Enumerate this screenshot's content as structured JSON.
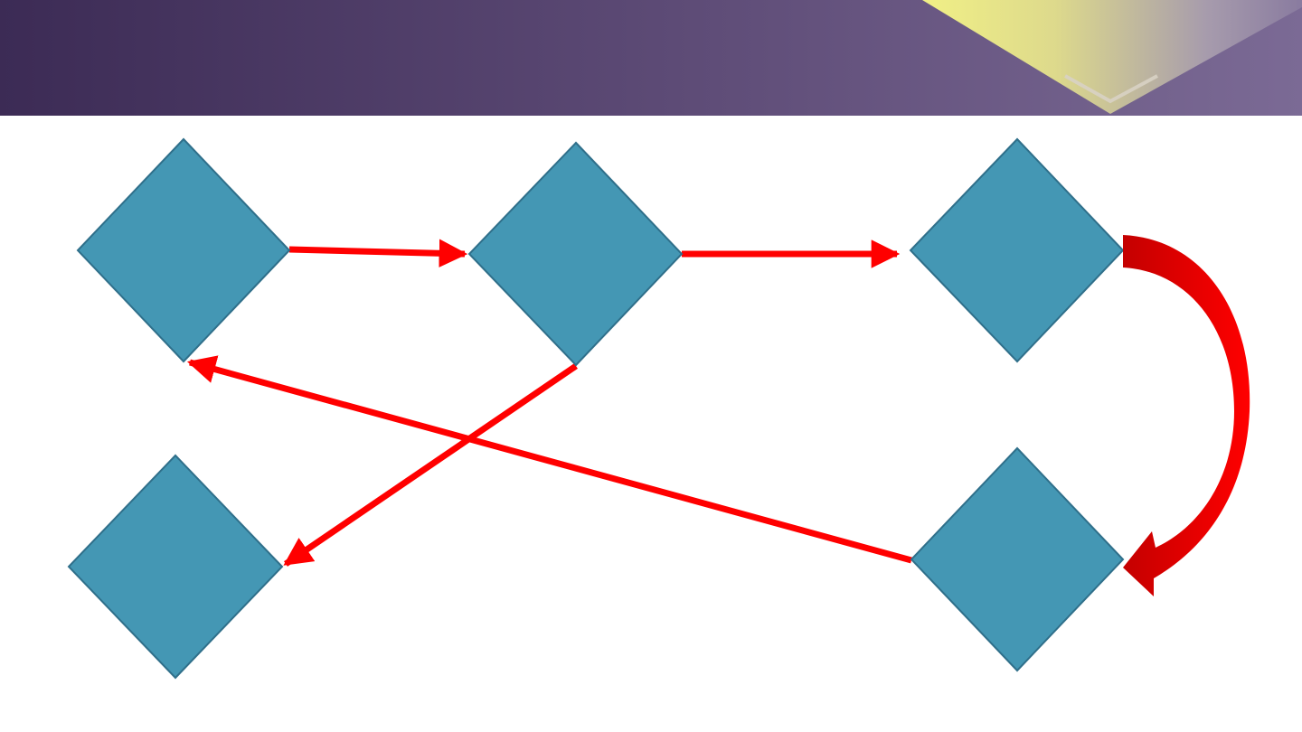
{
  "slide": {
    "header_gradient": [
      "#3c2b55",
      "#7b6a95"
    ],
    "header_accent_colors": [
      "#f8f886",
      "#b5a894"
    ]
  },
  "diagram": {
    "node_count": 5,
    "node_shape": "diamond",
    "node_fill": "#4497b4",
    "node_stroke": "#2f6f8a",
    "arrow_color": "#ff0000",
    "curved_arrow_dark": "#c40000",
    "nodes": [
      {
        "id": "node-top-left",
        "label": ""
      },
      {
        "id": "node-top-middle",
        "label": ""
      },
      {
        "id": "node-top-right",
        "label": ""
      },
      {
        "id": "node-bottom-left",
        "label": ""
      },
      {
        "id": "node-bottom-right",
        "label": ""
      }
    ],
    "edges": [
      {
        "from": "node-top-left",
        "to": "node-top-middle",
        "style": "straight"
      },
      {
        "from": "node-top-middle",
        "to": "node-top-right",
        "style": "straight"
      },
      {
        "from": "node-top-right",
        "to": "node-bottom-right",
        "style": "curved"
      },
      {
        "from": "node-bottom-right",
        "to": "node-top-left",
        "style": "straight"
      },
      {
        "from": "node-top-middle",
        "to": "node-bottom-left",
        "style": "straight"
      }
    ]
  }
}
